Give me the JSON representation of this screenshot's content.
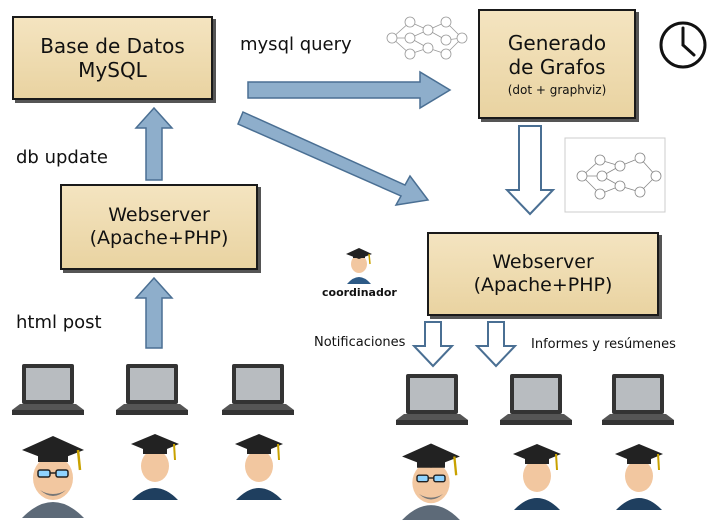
{
  "db_box": {
    "line1": "Base de Datos",
    "line2": "MySQL"
  },
  "graph_box": {
    "line1": "Generado",
    "line2": "de Grafos",
    "line3": "(dot + graphviz)"
  },
  "left_server": {
    "line1": "Webserver",
    "line2": "(Apache+PHP)"
  },
  "right_server": {
    "line1": "Webserver",
    "line2": "(Apache+PHP)"
  },
  "labels": {
    "mysql_query": "mysql query",
    "db_update": "db update",
    "html_post": "html post",
    "coordinador": "coordinador",
    "notificaciones": "Notificaciones",
    "informes": "Informes y resúmenes"
  },
  "colors": {
    "box_fill": "#f0ddb2",
    "arrow_fill": "#8eaecb",
    "arrow_stroke": "#4a6f93"
  }
}
